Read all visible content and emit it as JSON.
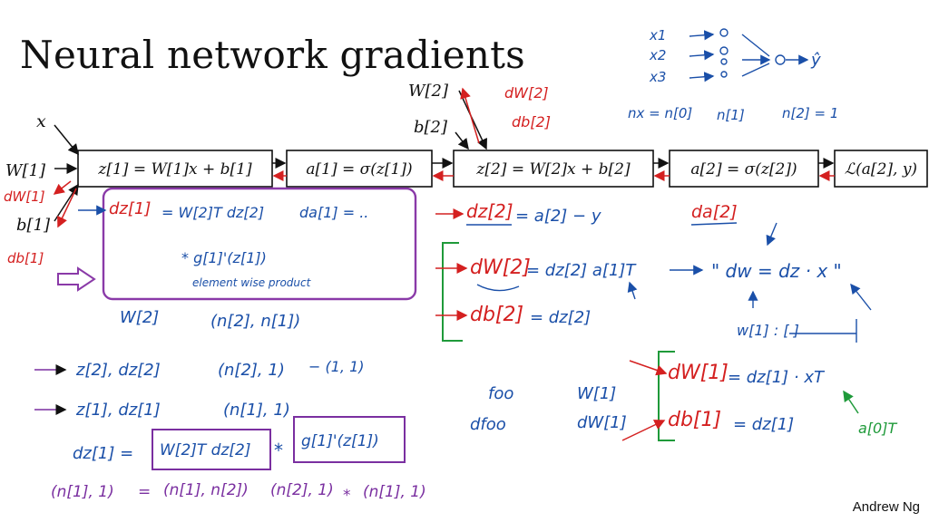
{
  "slide": {
    "title": "Neural network gradients",
    "author": "Andrew Ng"
  },
  "diagram": {
    "inputs": {
      "x": "x",
      "W1": "W[1]",
      "b1": "b[1]",
      "W2": "W[2]",
      "b2": "b[2]"
    },
    "boxes": [
      "z[1] = W[1]x + b[1]",
      "a[1] = σ(z[1])",
      "z[2] = W[2]x + b[2]",
      "a[2] = σ(z[2])",
      "ℒ(a[2], y)"
    ]
  },
  "handwriting": {
    "red": {
      "dW1": "dW[1]",
      "db1": "db[1]",
      "dW2": "dW[2]",
      "db2": "db[2]",
      "da2": "da[2]",
      "dz2_lhs": "dz[2]",
      "dW2_lhs": "dW[2]",
      "db2_lhs": "db[2]",
      "dz1_lhs": "dz[1]",
      "dW1_lhs": "dW[1]",
      "db1_lhs": "db[1]"
    },
    "blue": {
      "net_x1": "x1",
      "net_x2": "x2",
      "net_x3": "x3",
      "net_yhat": "ŷ",
      "nx_eq": "nx = n[0]",
      "n1": "n[1]",
      "n2_eq": "n[2] = 1",
      "box_line1": "= W[2]T dz[2]",
      "box_da1": "da[1] = ..",
      "box_line2": "* g[1]'(z[1])",
      "box_note": "element wise product",
      "dz2_rhs": "= a[2] − y",
      "dW2_rhs": "= dz[2] a[1]T",
      "db2_rhs": "= dz[2]",
      "dw_quote": "\" dw = dz · x \"",
      "w1_bracket": "w[1] : [ ]",
      "w2_shape": "W[2]",
      "w2_dims": "(n[2], n[1])",
      "z2dz2": "z[2], dz[2]",
      "z2_dims": "(n[2], 1)",
      "z2_dims_extra": "− (1, 1)",
      "z1dz1": "z[1], dz[1]",
      "z1_dims": "(n[1], 1)",
      "dz1_eq": "dz[1] =",
      "dz1_term1": "W[2]T dz[2]",
      "dz1_star": "*",
      "dz1_term2": "g[1]'(z[1])",
      "foo": "foo",
      "dfoo": "dfoo",
      "W1_lbl": "W[1]",
      "dW1_lbl": "dW[1]",
      "dW1_rhs": "= dz[1] · xT",
      "db1_rhs": "= dz[1]"
    },
    "purple": {
      "dims_row1": "(n[1], 1)",
      "dims_eq": "=",
      "dims_row2": "(n[1], n[2])",
      "dims_row3": "(n[2], 1)",
      "dims_star": "*",
      "dims_row4": "(n[1], 1)"
    },
    "green": {
      "a0T": "a[0]T"
    }
  },
  "colors": {
    "red": "#d42020",
    "blue": "#1a4fa8",
    "purple": "#7a2fa0",
    "green": "#1f9a3a"
  }
}
